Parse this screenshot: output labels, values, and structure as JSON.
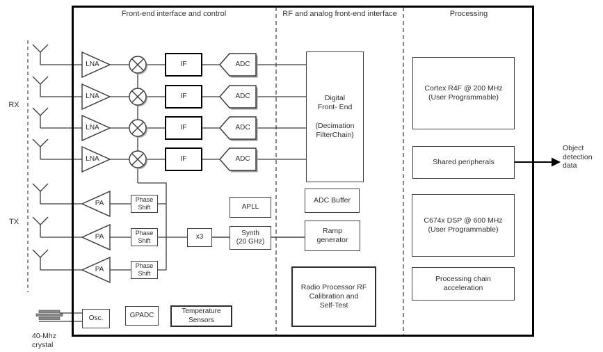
{
  "sections": {
    "frontend": "Front-end interface and control",
    "rf_analog": "RF and analog front-end interface",
    "processing": "Processing"
  },
  "labels": {
    "rx": "RX",
    "tx": "TX",
    "lna": "LNA",
    "pa": "PA",
    "if": "IF",
    "adc": "ADC",
    "phase_shift": "Phase\nShift",
    "apll": "APLL",
    "x3": "x3",
    "synth": "Synth\n(20 GHz)",
    "osc": "Osc.",
    "gpadc": "GPADC",
    "temp_sensors": "Temperature\nSensors",
    "crystal": "40-Mhz\ncrystal"
  },
  "blocks": {
    "digital_front_end": "Digital\nFront- End\n\n(Decimation\nFilterChain)",
    "adc_buffer": "ADC Buffer",
    "ramp_generator": "Ramp\ngenerator",
    "radio_processor": "Radio Processor RF\nCalibration and\nSelf-Test",
    "cortex": "Cortex R4F @ 200 MHz\n(User Programmable)",
    "shared_peripherals": "Shared peripherals",
    "dsp": "C674x DSP @ 600 MHz\n(User Programmable)",
    "processing_chain": "Processing chain\nacceleration"
  },
  "output": {
    "object_detection": "Object\ndetection\ndata"
  },
  "colors": {
    "line": "#3a3a3a",
    "chip_border": "#000000",
    "text": "#2b2b2b",
    "background": "#ffffff"
  }
}
